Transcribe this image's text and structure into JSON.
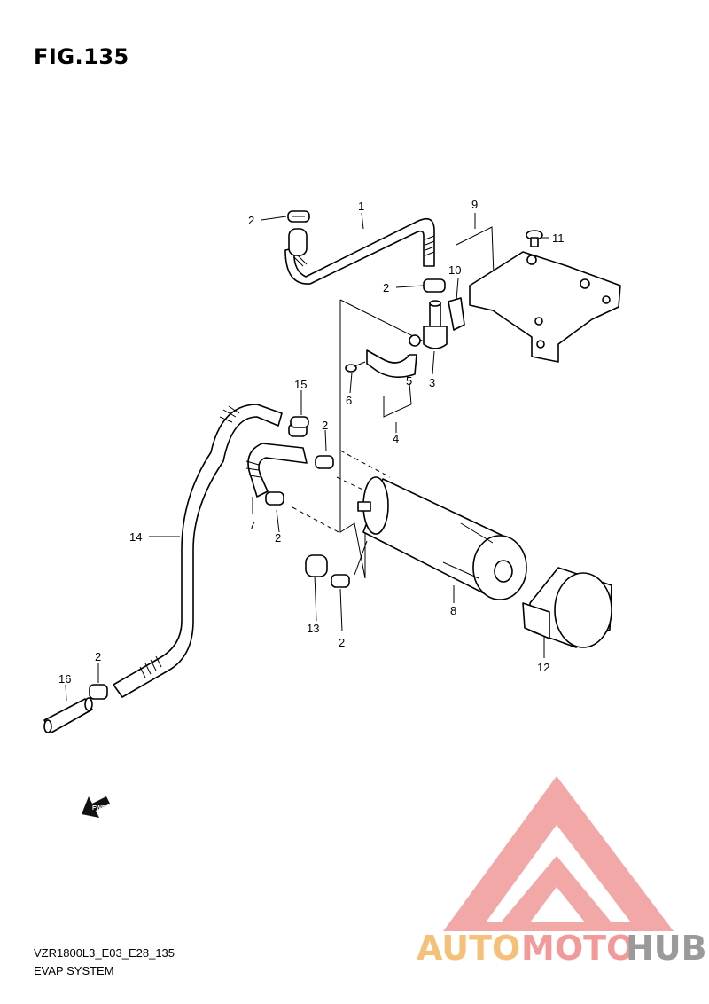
{
  "figure": {
    "title": "FIG.135"
  },
  "callouts": [
    {
      "id": "c1",
      "text": "1"
    },
    {
      "id": "c2a",
      "text": "2"
    },
    {
      "id": "c9",
      "text": "9"
    },
    {
      "id": "c11",
      "text": "11"
    },
    {
      "id": "c10",
      "text": "10"
    },
    {
      "id": "c2b",
      "text": "2"
    },
    {
      "id": "c5",
      "text": "5"
    },
    {
      "id": "c3",
      "text": "3"
    },
    {
      "id": "c6",
      "text": "6"
    },
    {
      "id": "c15",
      "text": "15"
    },
    {
      "id": "c2c",
      "text": "2"
    },
    {
      "id": "c4",
      "text": "4"
    },
    {
      "id": "c14",
      "text": "14"
    },
    {
      "id": "c7",
      "text": "7"
    },
    {
      "id": "c2d",
      "text": "2"
    },
    {
      "id": "c13",
      "text": "13"
    },
    {
      "id": "c2e",
      "text": "2"
    },
    {
      "id": "c8",
      "text": "8"
    },
    {
      "id": "c12",
      "text": "12"
    },
    {
      "id": "c2f",
      "text": "2"
    },
    {
      "id": "c16",
      "text": "16"
    }
  ],
  "fwd_label": "FWD",
  "footer": {
    "model_code": "VZR1800L3_E03_E28_135",
    "section_name": "EVAP SYSTEM"
  },
  "watermark": {
    "part1": "AUTO",
    "part2": "MOTO",
    "part3": "HUB",
    "colors": {
      "auto": "#f5c17a",
      "moto": "#f29a9a",
      "hub": "#9a9a9a",
      "triangle": "#f29a9a"
    }
  }
}
